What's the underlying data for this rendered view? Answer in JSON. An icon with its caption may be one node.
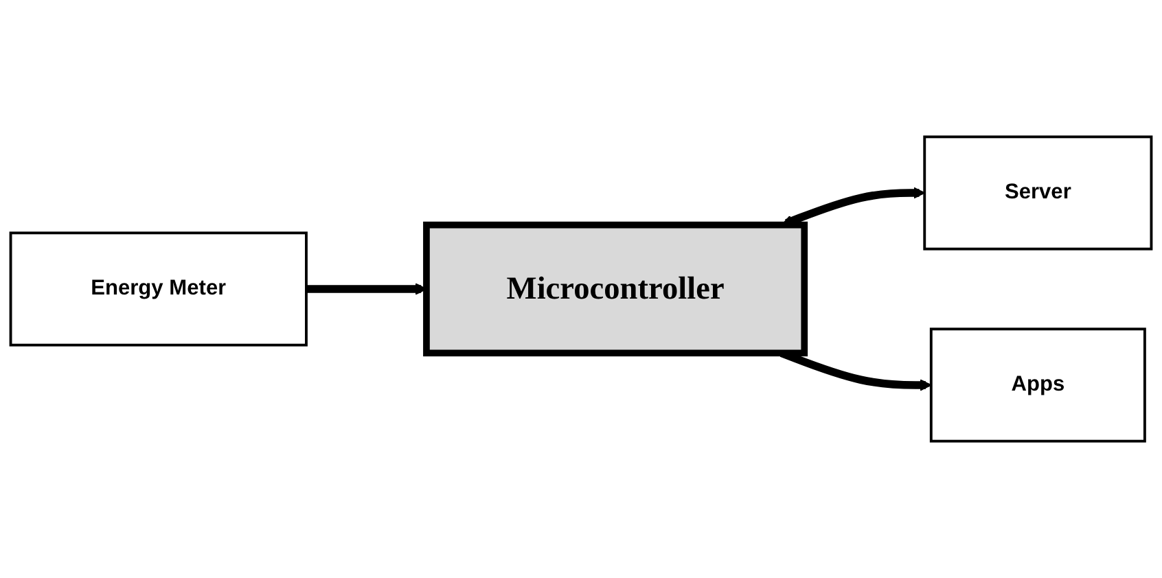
{
  "diagram": {
    "nodes": [
      {
        "text": [
          "Energy Meter"
        ]
      },
      {
        "text": [
          "Microcontroller"
        ]
      },
      {
        "text": [
          "Server"
        ]
      },
      {
        "text": [
          "Apps"
        ]
      }
    ],
    "edges": [
      {
        "from": 0,
        "to": 1,
        "arrow": "to"
      },
      {
        "from": 1,
        "to": 2,
        "arrow": "both"
      },
      {
        "from": 1,
        "to": 3,
        "arrow": "to"
      }
    ]
  }
}
